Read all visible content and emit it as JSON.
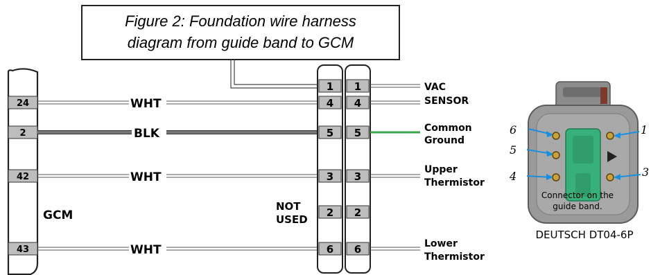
{
  "title": {
    "line1": "Figure 2: Foundation wire harness",
    "line2": "diagram from guide band to GCM"
  },
  "gcm": {
    "label": "GCM",
    "pins": [
      "24",
      "2",
      "42",
      "43"
    ]
  },
  "wires": [
    {
      "pin": "24",
      "color_label": "WHT",
      "connector_pin": "4",
      "signal": "SENSOR"
    },
    {
      "pin": "2",
      "color_label": "BLK",
      "connector_pin": "5",
      "signal_line1": "Common",
      "signal_line2": "Ground"
    },
    {
      "pin": "42",
      "color_label": "WHT",
      "connector_pin": "3",
      "signal_line1": "Upper",
      "signal_line2": "Thermistor"
    },
    {
      "pin": "43",
      "color_label": "WHT",
      "connector_pin": "6",
      "signal_line1": "Lower",
      "signal_line2": "Thermistor"
    }
  ],
  "connector_pins": [
    "1",
    "4",
    "5",
    "3",
    "2",
    "6"
  ],
  "vac_label": "VAC",
  "not_used": {
    "line1": "NOT",
    "line2": "USED"
  },
  "photo": {
    "caption_line1": "Connector on the",
    "caption_line2": "guide band.",
    "pin_labels": [
      "6",
      "5",
      "4",
      "1",
      "3"
    ],
    "part_label": "DEUTSCH DT04-6P"
  },
  "colors": {
    "wire_white": "#ffffff",
    "wire_black": "#6b6b6b",
    "wire_green": "#3aa64a",
    "pin_box": "#bdbdbd",
    "connector_body": "#9a9a9a",
    "connector_insert": "#38b07a",
    "arrow_blue": "#1a8fe0"
  }
}
